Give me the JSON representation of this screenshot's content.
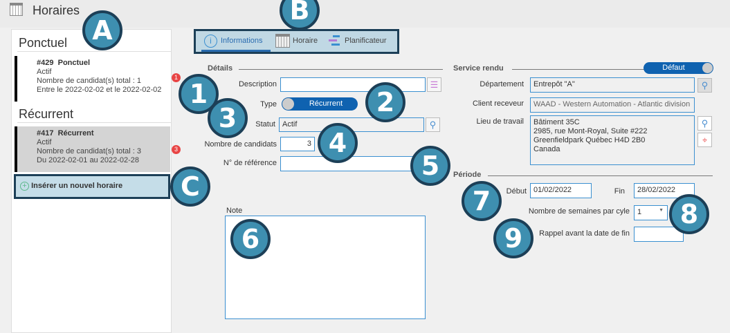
{
  "window": {
    "title": "Horaires"
  },
  "sidebar": {
    "sections": [
      {
        "title": "Ponctuel",
        "items": [
          {
            "id": "#429",
            "name": "Ponctuel",
            "status": "Actif",
            "count": "Nombre de candidat(s) total : 1",
            "dates": "Entre le 2022-02-02 et le 2022-02-02",
            "badge": "1"
          }
        ]
      },
      {
        "title": "Récurrent",
        "items": [
          {
            "id": "#417",
            "name": "Récurrent",
            "status": "Actif",
            "count": "Nombre de candidat(s) total : 3",
            "dates": "Du 2022-02-01 au 2022-02-28",
            "badge": "3"
          }
        ]
      }
    ],
    "insert_label": "Insérer un nouvel horaire"
  },
  "tabs": [
    {
      "label": "Informations"
    },
    {
      "label": "Horaire"
    },
    {
      "label": "Planificateur"
    }
  ],
  "details": {
    "header": "Détails",
    "description_label": "Description",
    "description_value": "",
    "type_label": "Type",
    "type_value": "Récurrent",
    "statut_label": "Statut",
    "statut_value": "Actif",
    "candidats_label": "Nombre de candidats",
    "candidats_value": "3",
    "reference_label": "N° de référence",
    "reference_value": "",
    "note_label": "Note",
    "note_value": ""
  },
  "service": {
    "header": "Service rendu",
    "toggle": "Défaut",
    "departement_label": "Département",
    "departement_value": "Entrepôt \"A\"",
    "client_label": "Client receveur",
    "client_value": "WAAD - Western Automation - Atlantic division",
    "lieu_label": "Lieu de travail",
    "lieu_lines": [
      "Bâtiment 35C",
      "2985, rue Mont-Royal, Suite #222",
      "Greenfieldpark Québec H4D 2B0",
      "Canada"
    ]
  },
  "periode": {
    "header": "Période",
    "debut_label": "Début",
    "debut_value": "01/02/2022",
    "fin_label": "Fin",
    "fin_value": "28/02/2022",
    "semaines_label": "Nombre de semaines par cyle",
    "semaines_value": "1",
    "rappel_label": "Rappel avant la date de fin",
    "rappel_value": ""
  },
  "callouts": [
    "A",
    "B",
    "C",
    "1",
    "2",
    "3",
    "4",
    "5",
    "6",
    "7",
    "8",
    "9"
  ]
}
